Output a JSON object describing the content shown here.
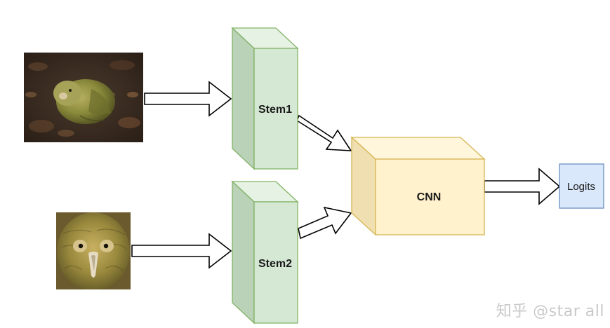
{
  "diagram": {
    "inputs": [
      {
        "name": "input-image-1",
        "description_icon": "kakapo-photo-full-body"
      },
      {
        "name": "input-image-2",
        "description_icon": "kakapo-photo-face"
      }
    ],
    "stems": [
      {
        "label": "Stem1"
      },
      {
        "label": "Stem2"
      }
    ],
    "cnn": {
      "label": "CNN"
    },
    "output": {
      "label": "Logits"
    },
    "colors": {
      "stem_front": "#d5e8d4",
      "stem_side": "#b9d2b8",
      "stem_stroke": "#82b366",
      "cnn_front": "#fff2cc",
      "cnn_side": "#f0dfb0",
      "cnn_stroke": "#d6b656",
      "logits_fill": "#dae8fc",
      "logits_stroke": "#6c8ebf",
      "arrow_stroke": "#000000"
    }
  },
  "watermark": "知乎 @star all"
}
